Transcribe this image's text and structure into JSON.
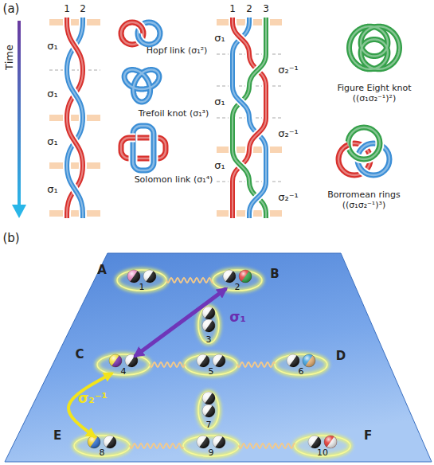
{
  "diagram": {
    "nodes": [
      {
        "text": [
          "1"
        ]
      },
      {
        "text": [
          "2"
        ]
      },
      {
        "text": [
          "3"
        ]
      },
      {
        "text": [
          "4"
        ]
      },
      {
        "text": [
          "5"
        ]
      },
      {
        "text": [
          "6"
        ]
      },
      {
        "text": [
          "7"
        ]
      },
      {
        "text": [
          "8"
        ]
      },
      {
        "text": [
          "9"
        ]
      },
      {
        "text": [
          "10"
        ]
      }
    ],
    "edges": [
      {
        "from": 0,
        "to": 1,
        "arrow": "none"
      },
      {
        "from": 3,
        "to": 1,
        "arrow": "both",
        "label": "σ₁"
      },
      {
        "from": 3,
        "to": 4,
        "arrow": "none"
      },
      {
        "from": 4,
        "to": 5,
        "arrow": "none"
      },
      {
        "from": 3,
        "to": 7,
        "arrow": "both",
        "label": "σ₂⁻¹"
      },
      {
        "from": 7,
        "to": 8,
        "arrow": "none"
      },
      {
        "from": 8,
        "to": 9,
        "arrow": "none"
      }
    ],
    "labels": [
      "(a)",
      "Time",
      "1",
      "2",
      "σ₁",
      "σ₁",
      "σ₁",
      "σ₁",
      "Hopf link (σ₁²)",
      "Trefoil knot (σ₁³)",
      "Solomon link (σ₁⁴)",
      "1",
      "2",
      "3",
      "σ₁",
      "σ₂⁻¹",
      "σ₁",
      "σ₂⁻¹",
      "σ₁",
      "σ₂⁻¹",
      "Figure Eight knot ((σ₁σ₂⁻¹)²)",
      "Borromean rings ((σ₁σ₂⁻¹)³)",
      "(b)",
      "A",
      "B",
      "C",
      "D",
      "E",
      "F"
    ]
  }
}
